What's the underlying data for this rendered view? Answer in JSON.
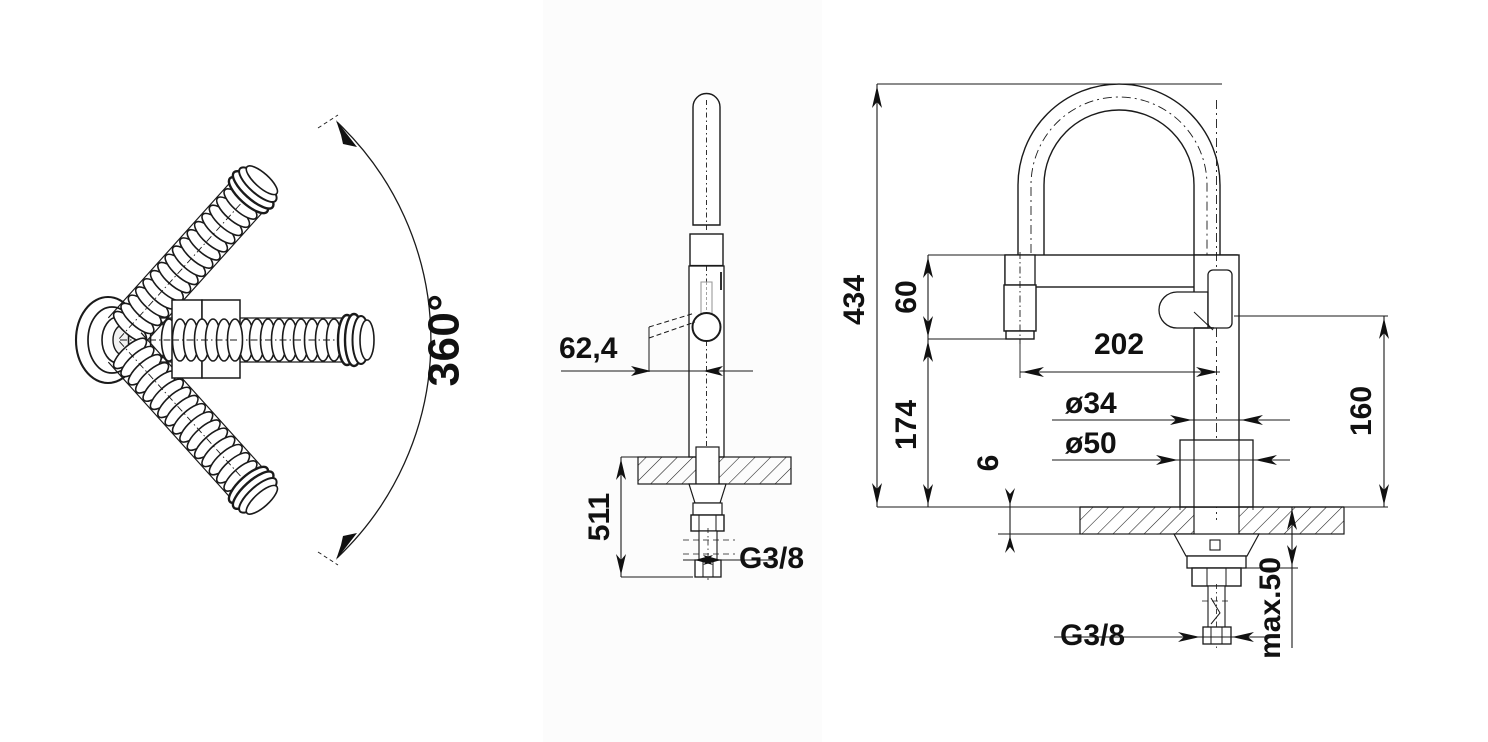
{
  "drawing": {
    "title": "Kitchen mixer tap - dimensioned technical drawing",
    "line_color": "#1a1a1a",
    "text_color": "#111111",
    "background": "#ffffff",
    "panel_tint": "#fcfcfc",
    "units": "mm"
  },
  "views": [
    {
      "id": "plan-view",
      "name": "plan-view-swivel-range",
      "description": "Top view showing coiled spring spout at three rotational positions",
      "annotations": [
        {
          "name": "swivel-angle-label",
          "text": "360°",
          "rotation": -90
        }
      ]
    },
    {
      "id": "front-view",
      "name": "front-view",
      "description": "Front elevation of tap with pull-down spray head",
      "annotations": [
        {
          "name": "dimension-62-4",
          "text": "62,4",
          "rotation": 0
        },
        {
          "name": "dimension-511",
          "text": "511",
          "rotation": -90
        },
        {
          "name": "thread-label-g38",
          "text": "G3/8",
          "rotation": 0
        }
      ]
    },
    {
      "id": "side-view",
      "name": "side-view",
      "description": "Side elevation of gooseneck tap with lever handle",
      "annotations": [
        {
          "name": "dimension-434",
          "text": "434",
          "rotation": -90
        },
        {
          "name": "dimension-60",
          "text": "60",
          "rotation": -90
        },
        {
          "name": "dimension-174",
          "text": "174",
          "rotation": -90
        },
        {
          "name": "dimension-6",
          "text": "6",
          "rotation": -90
        },
        {
          "name": "dimension-202",
          "text": "202",
          "rotation": 0
        },
        {
          "name": "dimension-d34",
          "text": "ø34",
          "rotation": 0
        },
        {
          "name": "dimension-d50",
          "text": "ø50",
          "rotation": 0
        },
        {
          "name": "dimension-160",
          "text": "160",
          "rotation": -90
        },
        {
          "name": "dimension-max50",
          "text": "max.50",
          "rotation": -90
        },
        {
          "name": "thread-label-g38",
          "text": "G3/8",
          "rotation": 0
        }
      ]
    }
  ],
  "dimensions": {
    "swivel_angle": "360°",
    "spray_head_offset": "62,4",
    "hose_length": "511",
    "overall_height": "434",
    "spray_head_height": "60",
    "spout_clearance_height": "174",
    "deck_plate_thickness": "6",
    "spout_reach": "202",
    "body_diameter": "ø34",
    "base_diameter": "ø50",
    "handle_height": "160",
    "max_counter_thickness": "max.50",
    "supply_thread": "G3/8"
  },
  "labels": {
    "angle_360": "360°",
    "d_62_4": "62,4",
    "d_511": "511",
    "g38_front": "G3/8",
    "d_434": "434",
    "d_60": "60",
    "d_174": "174",
    "d_6": "6",
    "d_202": "202",
    "d_o34": "ø34",
    "d_o50": "ø50",
    "d_160": "160",
    "d_max50": "max.50",
    "g38_side": "G3/8"
  }
}
